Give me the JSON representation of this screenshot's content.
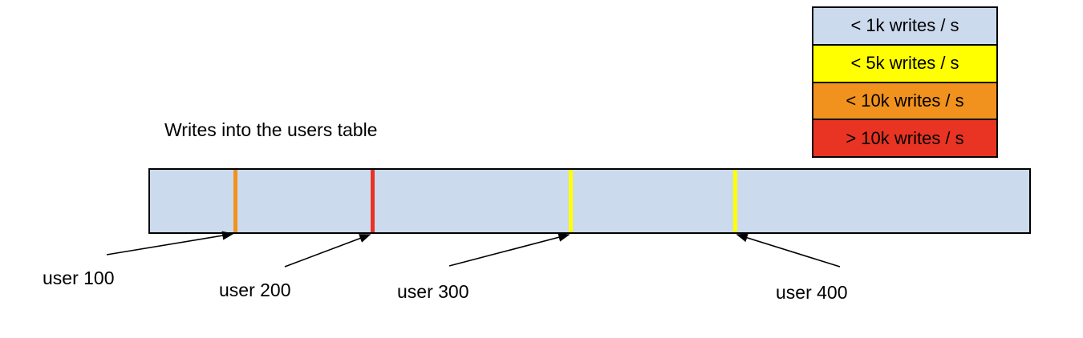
{
  "title": "Writes into the users table",
  "legend": {
    "items": [
      {
        "label": "< 1k writes / s",
        "color": "#ccdaee"
      },
      {
        "label": "< 5k writes / s",
        "color": "#ffff00"
      },
      {
        "label": "< 10k writes / s",
        "color": "#f1921e"
      },
      {
        "label": "> 10k writes / s",
        "color": "#e93423"
      }
    ]
  },
  "bar": {
    "fill": "#ccdaee",
    "markers": [
      {
        "user": "user 100",
        "color": "#f1921e",
        "rate": "< 10k writes / s"
      },
      {
        "user": "user 200",
        "color": "#e93423",
        "rate": "> 10k writes / s"
      },
      {
        "user": "user 300",
        "color": "#ffff00",
        "rate": "< 5k writes / s"
      },
      {
        "user": "user 400",
        "color": "#ffff00",
        "rate": "< 5k writes / s"
      }
    ]
  },
  "labels": {
    "user100": "user 100",
    "user200": "user 200",
    "user300": "user 300",
    "user400": "user 400"
  },
  "colors": {
    "arrow": "#000000",
    "border": "#000000",
    "background": "#ffffff"
  }
}
